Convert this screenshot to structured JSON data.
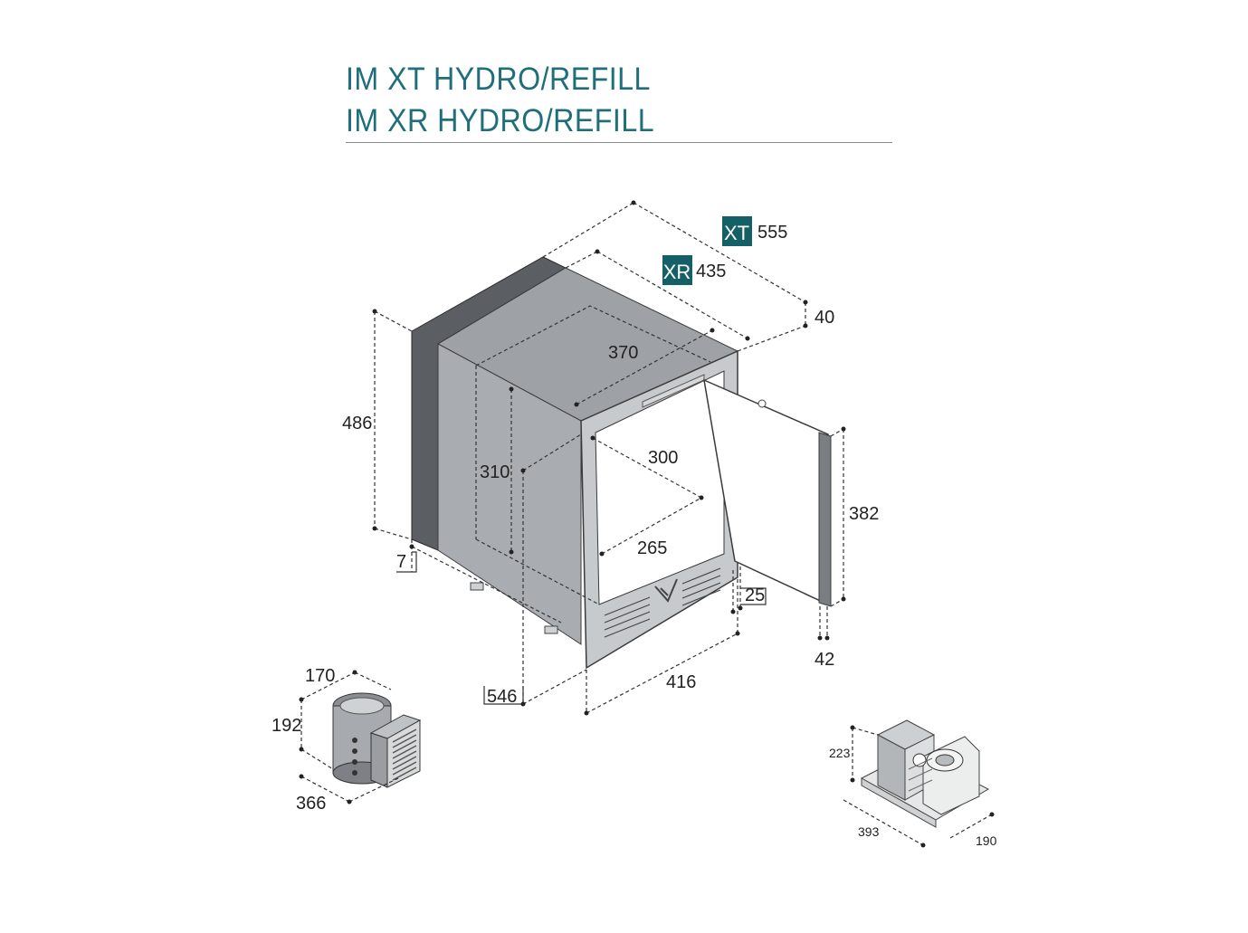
{
  "title": {
    "line1": "IM XT HYDRO/REFILL",
    "line2": "IM XR HYDRO/REFILL"
  },
  "colors": {
    "accent": "#1f6f7a",
    "badge": "#155f66",
    "cabinet_side": "#5b5f63",
    "cabinet_face": "#a9adb1",
    "dimension": "#222222"
  },
  "badges": {
    "xt": {
      "label": "XT",
      "value": "555"
    },
    "xr": {
      "label": "XR",
      "value": "435"
    }
  },
  "dimensions": {
    "total_height": "486",
    "inner_height": "310",
    "inner_depth": "370",
    "door_recess": "40",
    "inner_width_top": "300",
    "inner_width_bottom": "265",
    "door_height": "382",
    "foot_offset": "7",
    "bottom_offset": "25",
    "door_thickness": "42",
    "front_width": "416",
    "total_depth": "546"
  },
  "compressor_unit": {
    "depth": "170",
    "height": "192",
    "width": "366"
  },
  "ice_unit": {
    "height": "223",
    "width": "393",
    "depth": "190"
  }
}
